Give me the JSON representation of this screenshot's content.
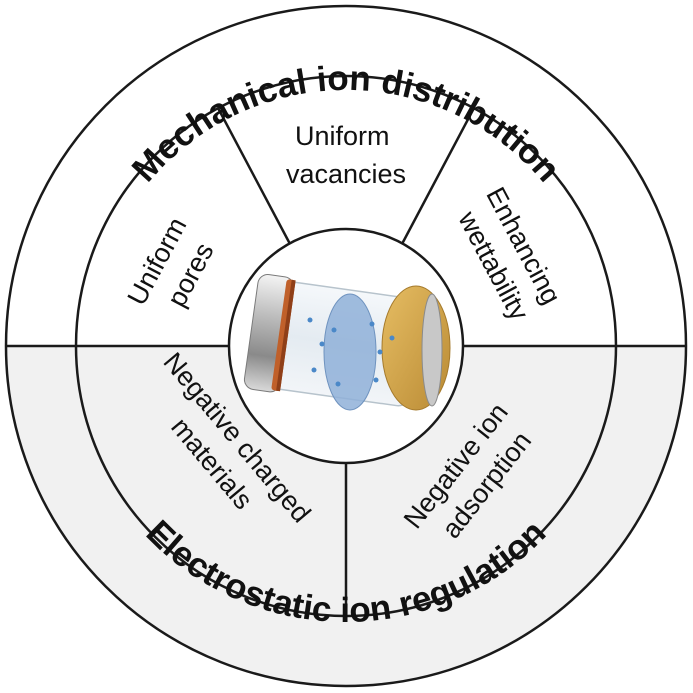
{
  "outer_ring": {
    "top_label": "Mechanical ion distribution",
    "bottom_label": "Electrostatic ion regulation"
  },
  "segments": {
    "uniform_vacancies": {
      "line1": "Uniform",
      "line2": "vacancies"
    },
    "uniform_pores": {
      "line1": "Uniform",
      "line2": "pores"
    },
    "enhancing_wettability": {
      "line1": "Enhancing",
      "line2": "wettability"
    },
    "negative_charged_materials": {
      "line1": "Negative charged",
      "line2": "materials"
    },
    "negative_ion_adsorption": {
      "line1": "Negative ion",
      "line2": "adsorption"
    }
  },
  "colors": {
    "upper_fill": "#ffffff",
    "lower_fill": "#f1f1f1",
    "line": "#1a1a1a",
    "copper": "#c0602a",
    "gold": "#d4a24a",
    "separator": "#8fb0d8"
  },
  "center_icon": "battery-cell-icon"
}
